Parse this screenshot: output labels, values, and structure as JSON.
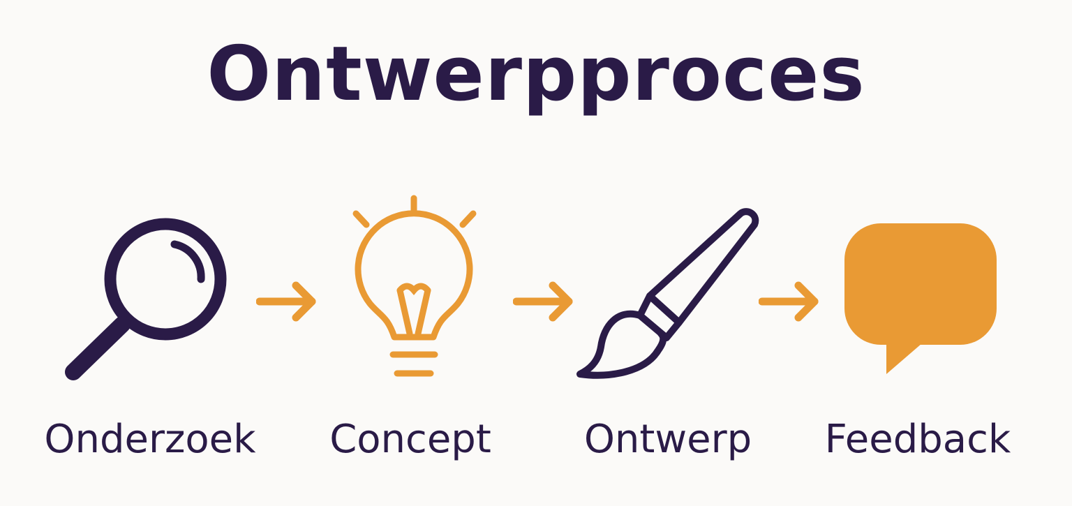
{
  "title": "Ontwerpproces",
  "colors": {
    "dark": "#2A1B47",
    "accent": "#E99A34",
    "background": "#FBFAF8"
  },
  "steps": [
    {
      "label": "Onderzoek",
      "icon": "magnifying-glass-icon"
    },
    {
      "label": "Concept",
      "icon": "lightbulb-icon"
    },
    {
      "label": "Ontwerp",
      "icon": "paintbrush-icon"
    },
    {
      "label": "Feedback",
      "icon": "speech-bubble-icon"
    }
  ]
}
